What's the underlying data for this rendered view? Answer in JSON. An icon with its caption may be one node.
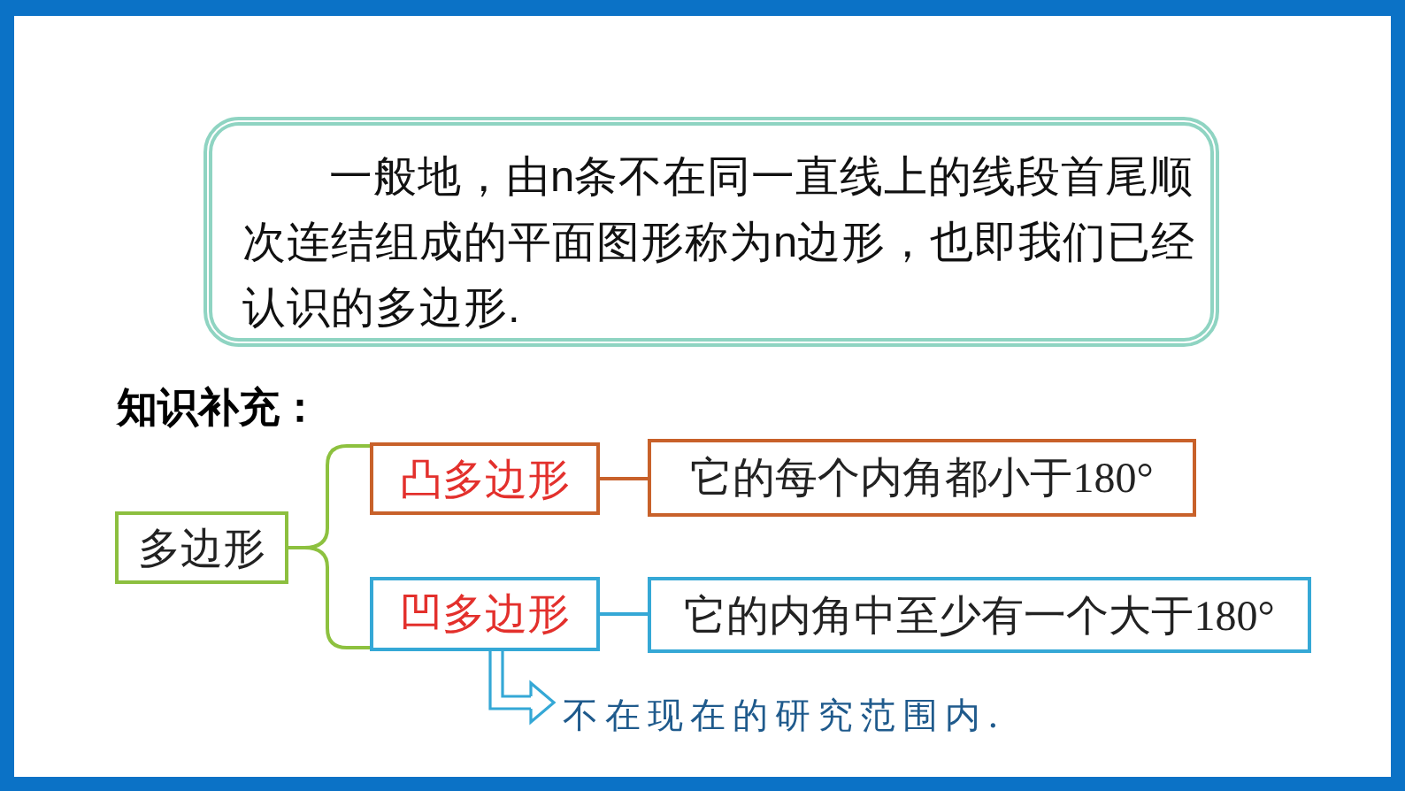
{
  "diagram": {
    "nodes": [
      {
        "text": [
          "一般地，由n条不在同一直线上的线段首尾顺次连结组成的平面图形称为n边形，也即我们已经认识的多边形."
        ]
      },
      {
        "text": [
          "多边形"
        ]
      },
      {
        "text": [
          "凸多边形"
        ]
      },
      {
        "text": [
          "它的每个内角都小于180°"
        ]
      },
      {
        "text": [
          "凹多边形"
        ]
      },
      {
        "text": [
          "它的内角中至少有一个大于180°"
        ]
      },
      {
        "text": [
          "不在现在的研究范围内."
        ]
      }
    ],
    "edges": [
      {
        "from": 1,
        "to": 2,
        "arrow": "none",
        "color": "#8dc13f"
      },
      {
        "from": 1,
        "to": 4,
        "arrow": "none",
        "color": "#8dc13f"
      },
      {
        "from": 2,
        "to": 3,
        "arrow": "none",
        "color": "#c8612a"
      },
      {
        "from": 4,
        "to": 5,
        "arrow": "none",
        "color": "#35a8d6"
      },
      {
        "from": 4,
        "to": 6,
        "arrow": "to",
        "color": "#35a8d6"
      }
    ],
    "labels": [
      "知识补充："
    ]
  }
}
